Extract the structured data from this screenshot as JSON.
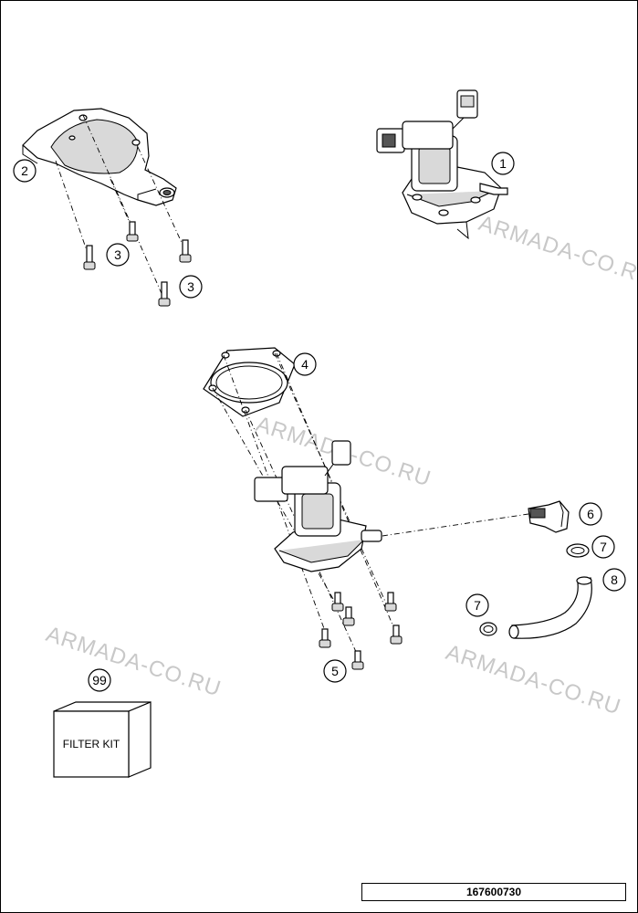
{
  "watermarks": [
    "ARMADA-CO.RU",
    "ARMADA-CO.RU",
    "ARMADA-CO.RU",
    "ARMADA-CO.RU"
  ],
  "callouts": {
    "c1": "1",
    "c2": "2",
    "c3a": "3",
    "c3b": "3",
    "c4": "4",
    "c5": "5",
    "c6": "6",
    "c7a": "7",
    "c7b": "7",
    "c8": "8",
    "c99": "99"
  },
  "filter_kit_label": "FILTER KIT",
  "diagram_code": "167600730"
}
